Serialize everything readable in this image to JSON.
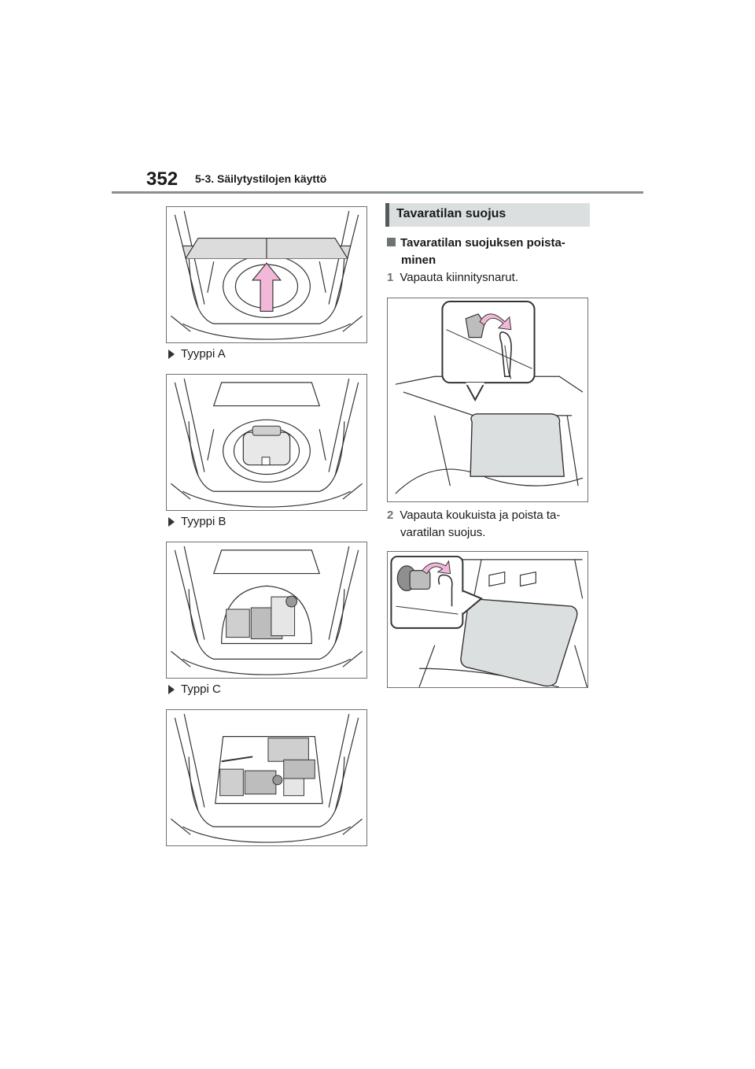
{
  "header": {
    "page_number": "352",
    "section_title": "5-3. Säilytystilojen käyttö"
  },
  "left_column": {
    "captions": [
      "Tyyppi A",
      "Tyyppi B",
      "Typpi C"
    ]
  },
  "right_column": {
    "section_heading": "Tavaratilan suojus",
    "subheading_line1": "Tavaratilan suojuksen poista-",
    "subheading_line2": "minen",
    "step1_number": "1",
    "step1_text": "Vapauta kiinnitysnarut.",
    "step2_number": "2",
    "step2_line1": "Vapauta koukuista ja poista ta-",
    "step2_line2": "varatilan suojus."
  },
  "colors": {
    "header_rule": "#8a8f8f",
    "section_bar": "#dcdfe0",
    "accent": "#555a5c",
    "arrow_pink": "#f2b8d8"
  }
}
